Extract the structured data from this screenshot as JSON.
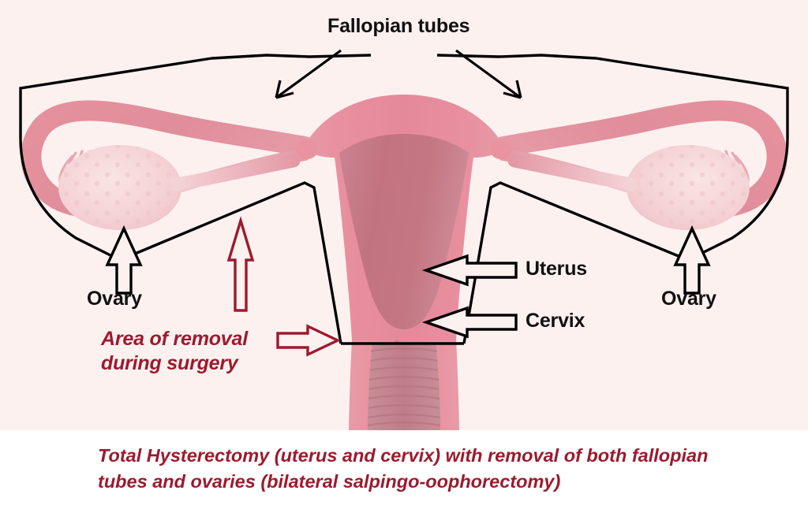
{
  "diagram": {
    "title": "Total Hysterectomy with bilateral salpingo-oophorectomy diagram",
    "background_color": "#fdf1f0",
    "caption_background": "#ffffff"
  },
  "colors": {
    "panel_background": "#fdf1f0",
    "tube_pink": "#e28e9b",
    "tube_pink_light": "#edb3bc",
    "uterus_body": "#e8909f",
    "uterus_outer": "#e9a0ab",
    "endometrium": "#c87a88",
    "ovary_fill": "#f6d7d8",
    "ovary_edge": "#eec3c6",
    "vagina_rugae": "#c2808c",
    "label_black": "#111111",
    "label_red": "#9c1a2e",
    "outline_black": "#000000"
  },
  "labels": {
    "fallopian_tubes": "Fallopian tubes",
    "ovary_left": "Ovary",
    "ovary_right": "Ovary",
    "uterus": "Uterus",
    "cervix": "Cervix",
    "area_of_removal_line1": "Area of removal",
    "area_of_removal_line2": "during surgery"
  },
  "caption": {
    "line1": "Total Hysterectomy (uterus and cervix) with removal of both fallopian",
    "line2": "tubes and ovaries (bilateral salpingo-oophorectomy)"
  },
  "annotations": {
    "fallopian_arrow_left": "thin-arrow-down-left",
    "fallopian_arrow_right": "thin-arrow-down-right",
    "ovary_left_arrow": "hollow-arrow-up",
    "ovary_right_arrow": "hollow-arrow-up",
    "uterus_arrow": "hollow-arrow-left",
    "cervix_arrow": "hollow-arrow-left",
    "removal_arrow_up": "hollow-arrow-up-red",
    "removal_arrow_right": "hollow-arrow-right-red",
    "removal_boundary": "black-outline-removal-region"
  }
}
